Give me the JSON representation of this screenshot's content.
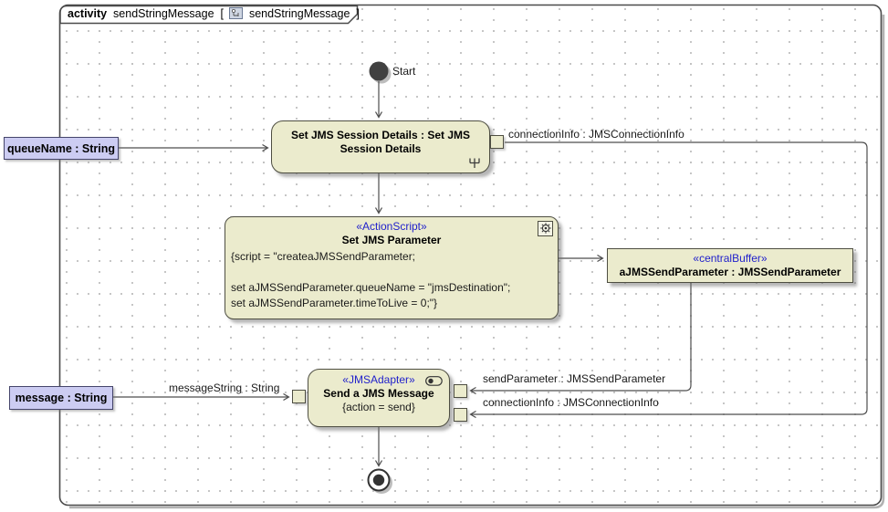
{
  "frame": {
    "keyword": "activity",
    "name": "sendStringMessage",
    "lbracket": "[",
    "diagram_name": "sendStringMessage",
    "rbracket": "]"
  },
  "nodes": {
    "start": {
      "label": "Start"
    },
    "session": {
      "title": "Set JMS Session Details : Set JMS Session Details"
    },
    "action_script": {
      "stereotype": "«ActionScript»",
      "title": "Set JMS Parameter",
      "body_lines": [
        "{script = \"createaJMSSendParameter;",
        "",
        "set aJMSSendParameter.queueName = \"jmsDestination\";",
        "set aJMSSendParameter.timeToLive = 0;\"}"
      ]
    },
    "central_buffer": {
      "stereotype": "«centralBuffer»",
      "title": "aJMSSendParameter : JMSSendParameter"
    },
    "jms_adapter": {
      "stereotype": "«JMSAdapter»",
      "title": "Send a JMS Message",
      "constraint": "{action = send}"
    },
    "param_queue": {
      "label": "queueName : String"
    },
    "param_message": {
      "label": "message : String"
    }
  },
  "edge_labels": {
    "connection_top": "connectionInfo : JMSConnectionInfo",
    "send_parameter": "sendParameter : JMSSendParameter",
    "connection_bottom": "connectionInfo : JMSConnectionInfo",
    "message_string": "messageString : String"
  },
  "colors": {
    "node-fill": "#ebebcd",
    "node-border": "#4e4e42",
    "stereotype": "#2121cc",
    "param-fill": "#ccccf2",
    "param-border": "#45456b",
    "edge": "#4d4d4d",
    "shadow": "#b5b5b5"
  }
}
